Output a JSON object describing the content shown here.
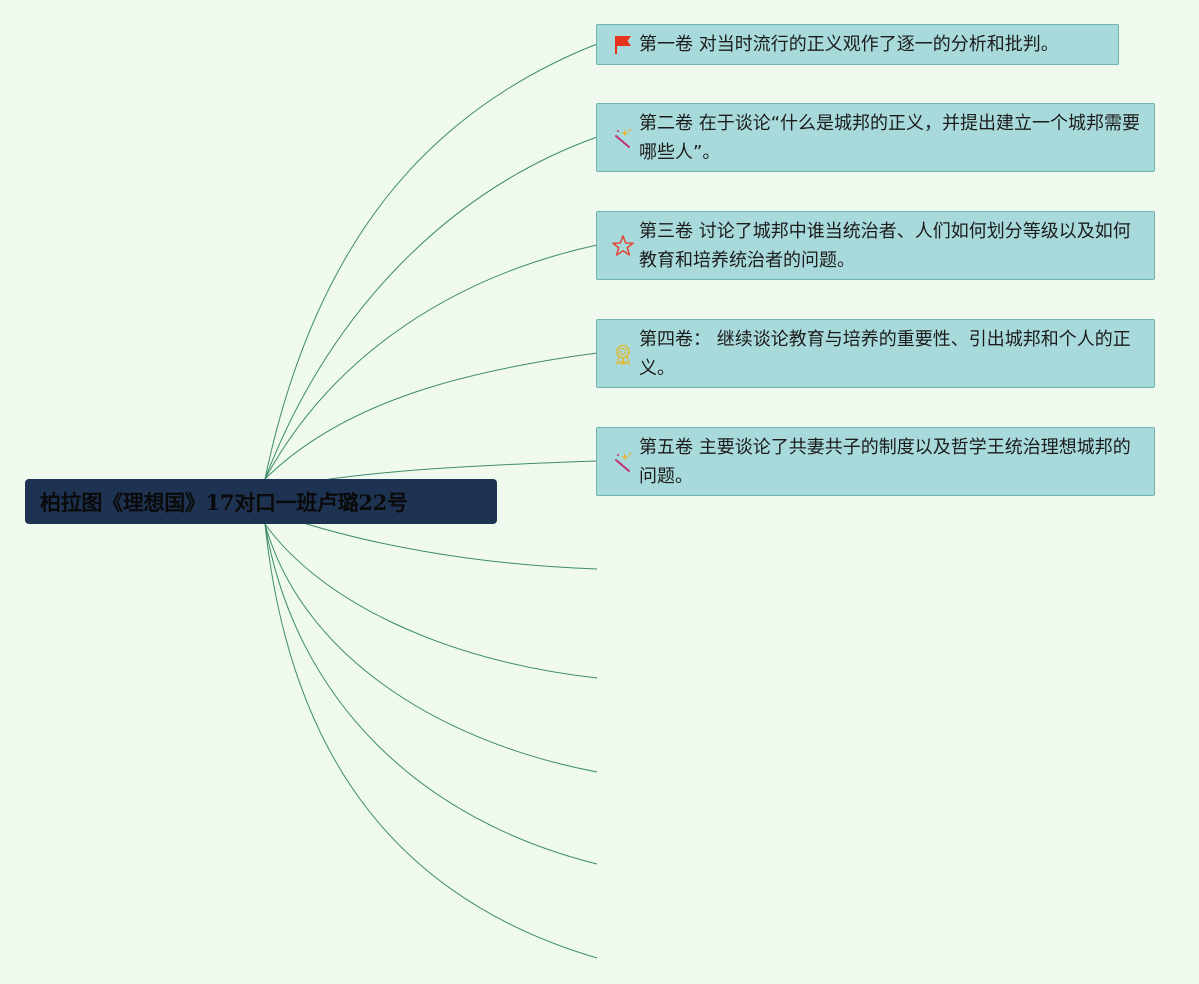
{
  "root": {
    "label": "柏拉图《理想国》17对口一班卢璐22号"
  },
  "branches": [
    {
      "label": "第一卷 对当时流行的正义观作了逐一的分析和批判。",
      "icon": "red-flag-icon"
    },
    {
      "label": "第二卷 在于谈论“什么是城邦的正义，并提出建立一个城邦需要哪些人”。",
      "icon": "magic-wand-icon"
    },
    {
      "label": "第三卷 讨论了城邦中谁当统治者、人们如何划分等级以及如何教育和培养统治者的问题。",
      "icon": "star-outline-icon"
    },
    {
      "label": "第四卷： 继续谈论教育与培养的重要性、引出城邦和个人的正义。",
      "icon": "award-medal-icon"
    },
    {
      "label": "第五卷 主要谈论了共妻共子的制度以及哲学王统治理想城邦的问题。",
      "icon": "magic-wand-icon"
    }
  ],
  "colors": {
    "background": "#f0f9ee",
    "root_fill": "#1e3251",
    "node_fill": "#a8dadb",
    "node_border": "#6fb3b1",
    "connector": "#3c8c6a",
    "flag_red": "#e8321e",
    "star_red": "#e04a3c",
    "medal_gold": "#e0b83a",
    "wand_magenta": "#c2307a"
  }
}
